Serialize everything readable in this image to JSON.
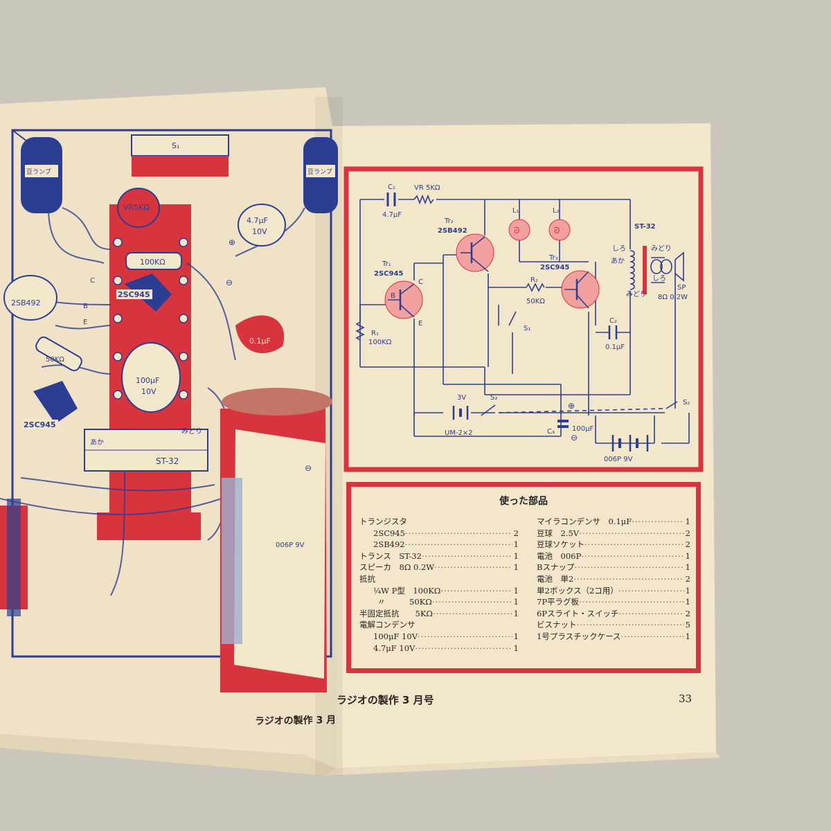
{
  "colors": {
    "page": "#f2e6cb",
    "red": "#d8343e",
    "blue": "#2c3e91",
    "pink": "#f2a0a0"
  },
  "left_page": {
    "labels": {
      "switch": "S₁",
      "lamp_left": "豆ランプ",
      "lamp_right": "豆ランプ",
      "vr": "VR5KΩ",
      "cap_47": "4.7μF",
      "cap_47_v": "10V",
      "resistor_100k": "100KΩ",
      "tr_2sb492": "2SB492",
      "tr_2sc945_a": "2SC945",
      "tr_2sc945_b": "2SC945",
      "cap_01": "0.1μF",
      "resistor_50k": "50KΩ",
      "cap_100": "100μF",
      "cap_100_v": "10V",
      "midori": "みどり",
      "aka": "あか",
      "trans": "ST-32",
      "battery": "006P 9V",
      "plus": "⊕",
      "minus": "⊖",
      "pin_c": "C",
      "pin_b": "B",
      "pin_e": "E"
    },
    "footer": "ラジオの製作 3 月"
  },
  "schematic": {
    "c1": "C₁",
    "c1_val": "4.7μF",
    "vr": "VR 5KΩ",
    "tr1": "Tr₁",
    "tr1_type": "2SC945",
    "tr2": "Tr₂",
    "tr2_type": "2SB492",
    "tr3": "Tr₃",
    "tr3_type": "2SC945",
    "l1": "L₁",
    "l2": "L₂",
    "st32": "ST-32",
    "shiro1": "しろ",
    "shiro2": "しろ",
    "aka": "あか",
    "midori1": "みどり",
    "midori2": "みどり",
    "sp": "SP",
    "sp_val": "8Ω 0.2W",
    "r1": "R₁",
    "r1_val": "100KΩ",
    "r2": "R₂",
    "r2_val": "50KΩ",
    "s1": "S₁",
    "c2": "C₂",
    "c2_val": "0.1μF",
    "v3": "3V",
    "s2a": "S₂",
    "s2b": "S₂",
    "um": "UM-2×2",
    "c3": "C₃",
    "c3_val": "100μF",
    "bat9": "006P 9V",
    "pin_b": "B",
    "pin_c": "C",
    "pin_e": "E",
    "plus": "⊕",
    "minus": "⊖"
  },
  "parts_list": {
    "title": "使った部品",
    "left": [
      {
        "name": "トランジスタ",
        "qty": "",
        "heading": true,
        "indent": 0
      },
      {
        "name": "2SC945",
        "qty": "2",
        "heading": false,
        "indent": 1
      },
      {
        "name": "2SB492",
        "qty": "1",
        "heading": false,
        "indent": 1
      },
      {
        "name": "トランス　ST-32",
        "qty": "1",
        "heading": false,
        "indent": 0
      },
      {
        "name": "スピーカ　8Ω 0.2W",
        "qty": "1",
        "heading": false,
        "indent": 0
      },
      {
        "name": "抵抗",
        "qty": "",
        "heading": true,
        "indent": 0
      },
      {
        "name": "¼W P型　100KΩ",
        "qty": "1",
        "heading": false,
        "indent": 1
      },
      {
        "name": "〃　　　50KΩ",
        "qty": "1",
        "heading": false,
        "indent": 2
      },
      {
        "name": "半固定抵抗　　5KΩ",
        "qty": "1",
        "heading": false,
        "indent": 0
      },
      {
        "name": "電解コンデンサ",
        "qty": "",
        "heading": true,
        "indent": 0
      },
      {
        "name": "100μF 10V",
        "qty": "1",
        "heading": false,
        "indent": 1
      },
      {
        "name": "4.7μF 10V",
        "qty": "1",
        "heading": false,
        "indent": 1
      }
    ],
    "right": [
      {
        "name": "マイラコンデンサ　0.1μF",
        "qty": "1",
        "heading": false,
        "indent": 0
      },
      {
        "name": "豆球　2.5V",
        "qty": "2",
        "heading": false,
        "indent": 0
      },
      {
        "name": "豆球ソケット",
        "qty": "2",
        "heading": false,
        "indent": 0
      },
      {
        "name": "電池　006P",
        "qty": "1",
        "heading": false,
        "indent": 0
      },
      {
        "name": "Bスナップ",
        "qty": "1",
        "heading": false,
        "indent": 0
      },
      {
        "name": "電池　単2",
        "qty": "2",
        "heading": false,
        "indent": 0
      },
      {
        "name": "単2ボックス（2コ用）",
        "qty": "1",
        "heading": false,
        "indent": 0
      },
      {
        "name": "7P平ラグ板",
        "qty": "1",
        "heading": false,
        "indent": 0
      },
      {
        "name": "6Pスライト・スイッチ",
        "qty": "2",
        "heading": false,
        "indent": 0
      },
      {
        "name": "ビスナット",
        "qty": "5",
        "heading": false,
        "indent": 0
      },
      {
        "name": "1号プラスチックケース",
        "qty": "1",
        "heading": false,
        "indent": 0
      }
    ]
  },
  "right_footer": {
    "magazine": "ラジオの製作 3 月号",
    "page_number": "33"
  }
}
